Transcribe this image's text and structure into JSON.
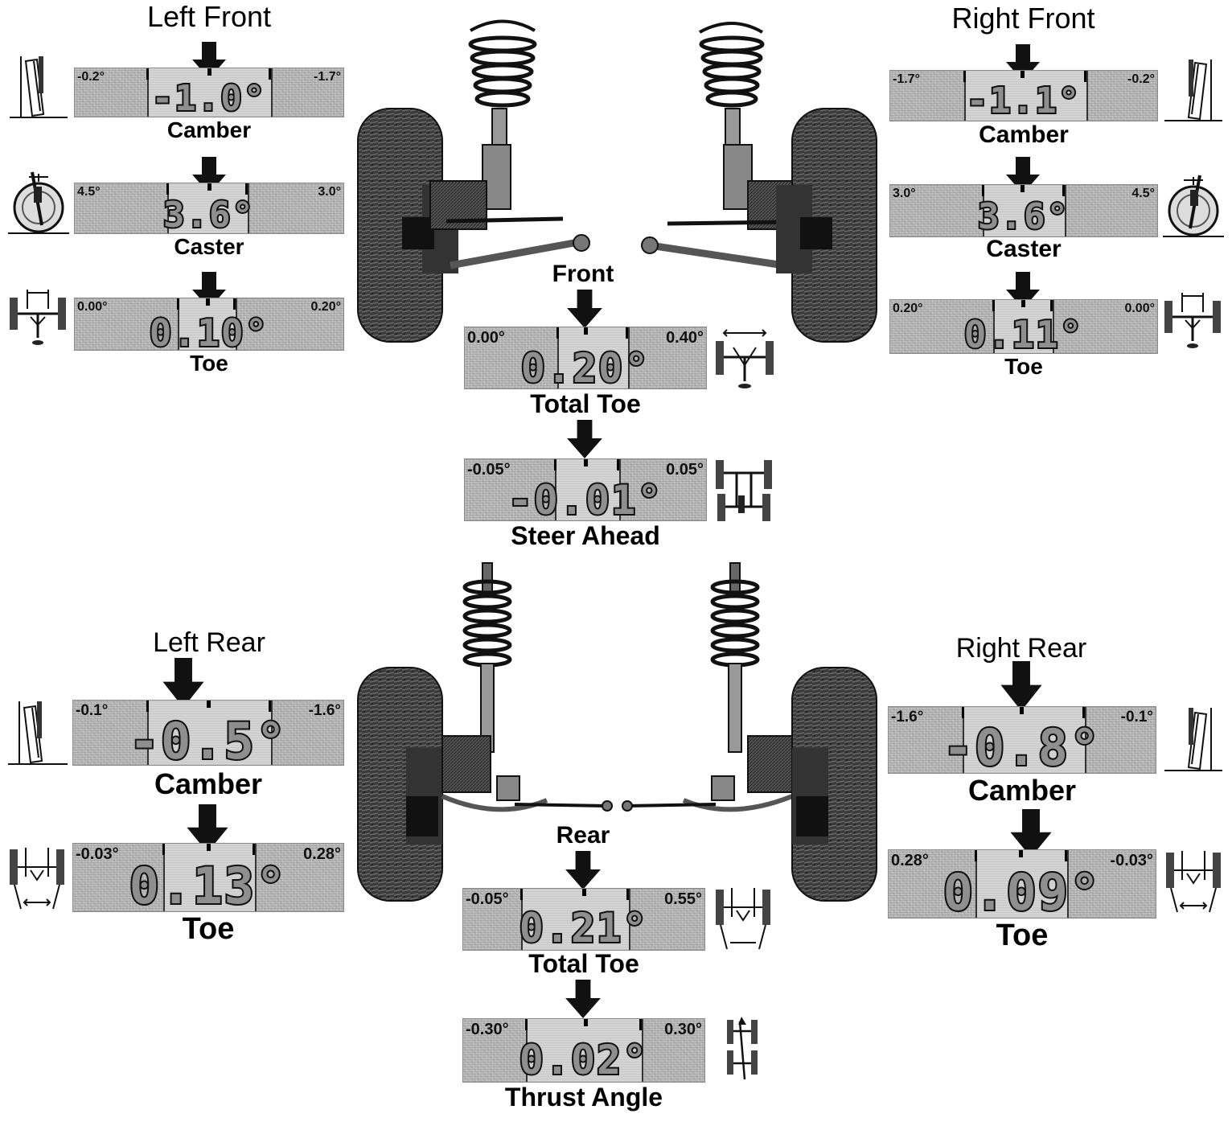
{
  "titles": {
    "left_front": "Left Front",
    "right_front": "Right Front",
    "left_rear": "Left Rear",
    "right_rear": "Right Rear",
    "front": "Front",
    "rear": "Rear"
  },
  "gauges": {
    "lf_camber": {
      "left": "-0.2°",
      "right": "-1.7°",
      "value": "-1.0°",
      "label": "Camber"
    },
    "lf_caster": {
      "left": "4.5°",
      "right": "3.0°",
      "value": "3.6°",
      "label": "Caster"
    },
    "lf_toe": {
      "left": "0.00°",
      "right": "0.20°",
      "value": "0.10°",
      "label": "Toe"
    },
    "rf_camber": {
      "left": "-1.7°",
      "right": "-0.2°",
      "value": "-1.1°",
      "label": "Camber"
    },
    "rf_caster": {
      "left": "3.0°",
      "right": "4.5°",
      "value": "3.6°",
      "label": "Caster"
    },
    "rf_toe": {
      "left": "0.20°",
      "right": "0.00°",
      "value": "0.11°",
      "label": "Toe"
    },
    "front_total_toe": {
      "left": "0.00°",
      "right": "0.40°",
      "value": "0.20°",
      "label": "Total Toe"
    },
    "steer_ahead": {
      "left": "-0.05°",
      "right": "0.05°",
      "value": "-0.01°",
      "label": "Steer Ahead"
    },
    "lr_camber": {
      "left": "-0.1°",
      "right": "-1.6°",
      "value": "-0.5°",
      "label": "Camber"
    },
    "lr_toe": {
      "left": "-0.03°",
      "right": "0.28°",
      "value": "0.13°",
      "label": "Toe"
    },
    "rr_camber": {
      "left": "-1.6°",
      "right": "-0.1°",
      "value": "-0.8°",
      "label": "Camber"
    },
    "rr_toe": {
      "left": "0.28°",
      "right": "-0.03°",
      "value": "0.09°",
      "label": "Toe"
    },
    "rear_total_toe": {
      "left": "-0.05°",
      "right": "0.55°",
      "value": "0.21°",
      "label": "Total Toe"
    },
    "thrust_angle": {
      "left": "-0.30°",
      "right": "0.30°",
      "value": "0.02°",
      "label": "Thrust Angle"
    }
  },
  "icons": {
    "camber": "camber-icon",
    "caster": "caster-icon",
    "toe": "toe-icon",
    "total_toe": "total-toe-icon",
    "steer_ahead": "steer-ahead-icon",
    "thrust_angle": "thrust-angle-icon",
    "wheel": "wheel-icon",
    "strut": "strut-icon"
  }
}
